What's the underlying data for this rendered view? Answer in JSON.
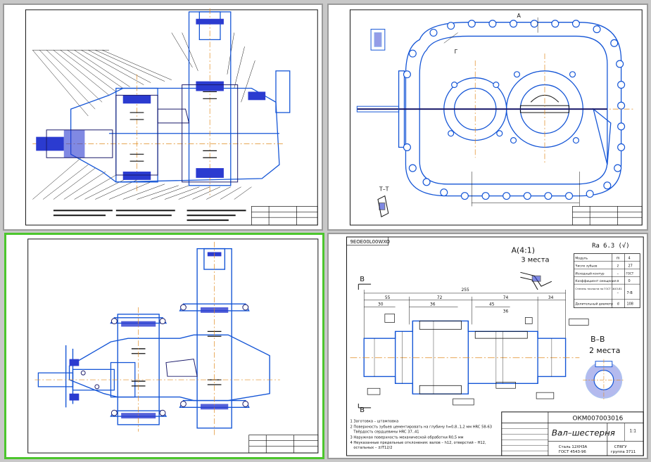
{
  "colors": {
    "active_border": "#4cc62d",
    "inactive_border": "#9a9a9a",
    "outline": "#1455d6",
    "dark_outline": "#1a1a6a",
    "center_line": "#e08a1e",
    "frame": "#111111",
    "hatch": "#2b3bd0"
  },
  "viewports": {
    "top_left": {
      "name": "gearbox-section",
      "active": false
    },
    "top_right": {
      "name": "housing-top-view",
      "active": false
    },
    "bottom_left": {
      "name": "gearbox-assembly",
      "active": true
    },
    "bottom_right": {
      "name": "shaft-gear-drawing",
      "active": false
    }
  },
  "drawing": {
    "doc_code_rotated": "9ЕОЕ00L00WXO",
    "view_a_label": "A(4:1)",
    "view_a_count": "3 места",
    "view_b_label": "B–B",
    "view_b_count": "2 места",
    "section_b": "B",
    "roughness": "Ra 6.3 (√)",
    "dims": {
      "total": "255",
      "d1": "55",
      "d2": "72",
      "d3": "74",
      "d4": "34",
      "d5": "30",
      "d6": "36",
      "d7": "45",
      "d8": "36"
    },
    "gear_table": [
      {
        "param": "Модуль",
        "sym": "m",
        "val": "4"
      },
      {
        "param": "Число зубьев",
        "sym": "z",
        "val": "27"
      },
      {
        "param": "Исходный контур",
        "sym": "–",
        "val": "ГОСТ"
      },
      {
        "param": "Коэффициент смещения",
        "sym": "x",
        "val": "0"
      },
      {
        "param": "Степень точности по ГОСТ 1643-81",
        "sym": "–",
        "val": "7-В"
      },
      {
        "param": "Делительный диаметр",
        "sym": "d",
        "val": "108"
      }
    ],
    "notes": [
      "1 Заготовка – штамповка",
      "2 Поверхность зубьев цементировать на глубину h=0,8..1,2 мм HRC 58-63",
      "Твёрдость сердцевины HRC 37..41",
      "3 Наружная поверхность механической обработки R0,5 мм",
      "4 Неуказанные предельные отклонения: валов – h12, отверстий – H12,",
      "остальных – ±IT12/2"
    ],
    "title_block": {
      "code": "ОКМ007003016",
      "name": "Вал–шестерня",
      "material": "Сталь 12ХН3А",
      "standard": "ГОСТ 4543-96",
      "org": "СПбГУ",
      "group": "группа 3711",
      "sheet": "1:1"
    },
    "section_label_tt": "T–T",
    "section_label_g": "Г",
    "section_label_a": "A"
  }
}
